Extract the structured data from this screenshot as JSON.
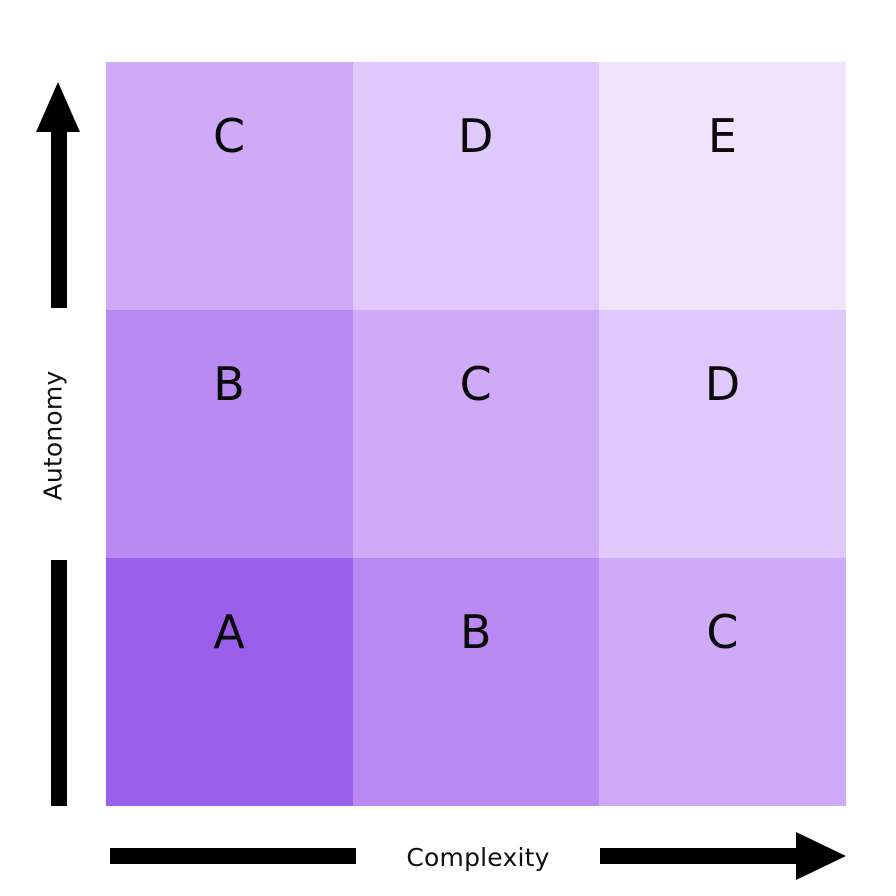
{
  "chart_data": {
    "type": "heatmap",
    "title": "",
    "xlabel": "Complexity",
    "ylabel": "Autonomy",
    "grid": true,
    "legend": "none",
    "rows": 3,
    "cols": 3,
    "row_order": "top-to-bottom (Autonomy high to low)",
    "col_order": "left-to-right (Complexity low to high)",
    "cells": [
      [
        {
          "label": "C",
          "color": "#CEAAF7",
          "level": 3
        },
        {
          "label": "D",
          "color": "#DFC8FB",
          "level": 4
        },
        {
          "label": "E",
          "color": "#F0E4FD",
          "level": 5
        }
      ],
      [
        {
          "label": "B",
          "color": "#B98BF2",
          "level": 2
        },
        {
          "label": "C",
          "color": "#CEAAF7",
          "level": 3
        },
        {
          "label": "D",
          "color": "#DFC8FB",
          "level": 4
        }
      ],
      [
        {
          "label": "A",
          "color": "#9B60EB",
          "level": 1
        },
        {
          "label": "B",
          "color": "#B98BF2",
          "level": 2
        },
        {
          "label": "C",
          "color": "#CEAAF7",
          "level": 3
        }
      ]
    ],
    "color_scale": {
      "A": "#9B60EB",
      "B": "#B98BF2",
      "C": "#CEAAF7",
      "D": "#DFC8FB",
      "E": "#F0E4FD"
    }
  },
  "axes": {
    "x": {
      "label": "Complexity",
      "arrow_direction": "right",
      "arrow_color": "#000000"
    },
    "y": {
      "label": "Autonomy",
      "arrow_direction": "up",
      "arrow_color": "#000000"
    }
  },
  "background": "#ffffff"
}
